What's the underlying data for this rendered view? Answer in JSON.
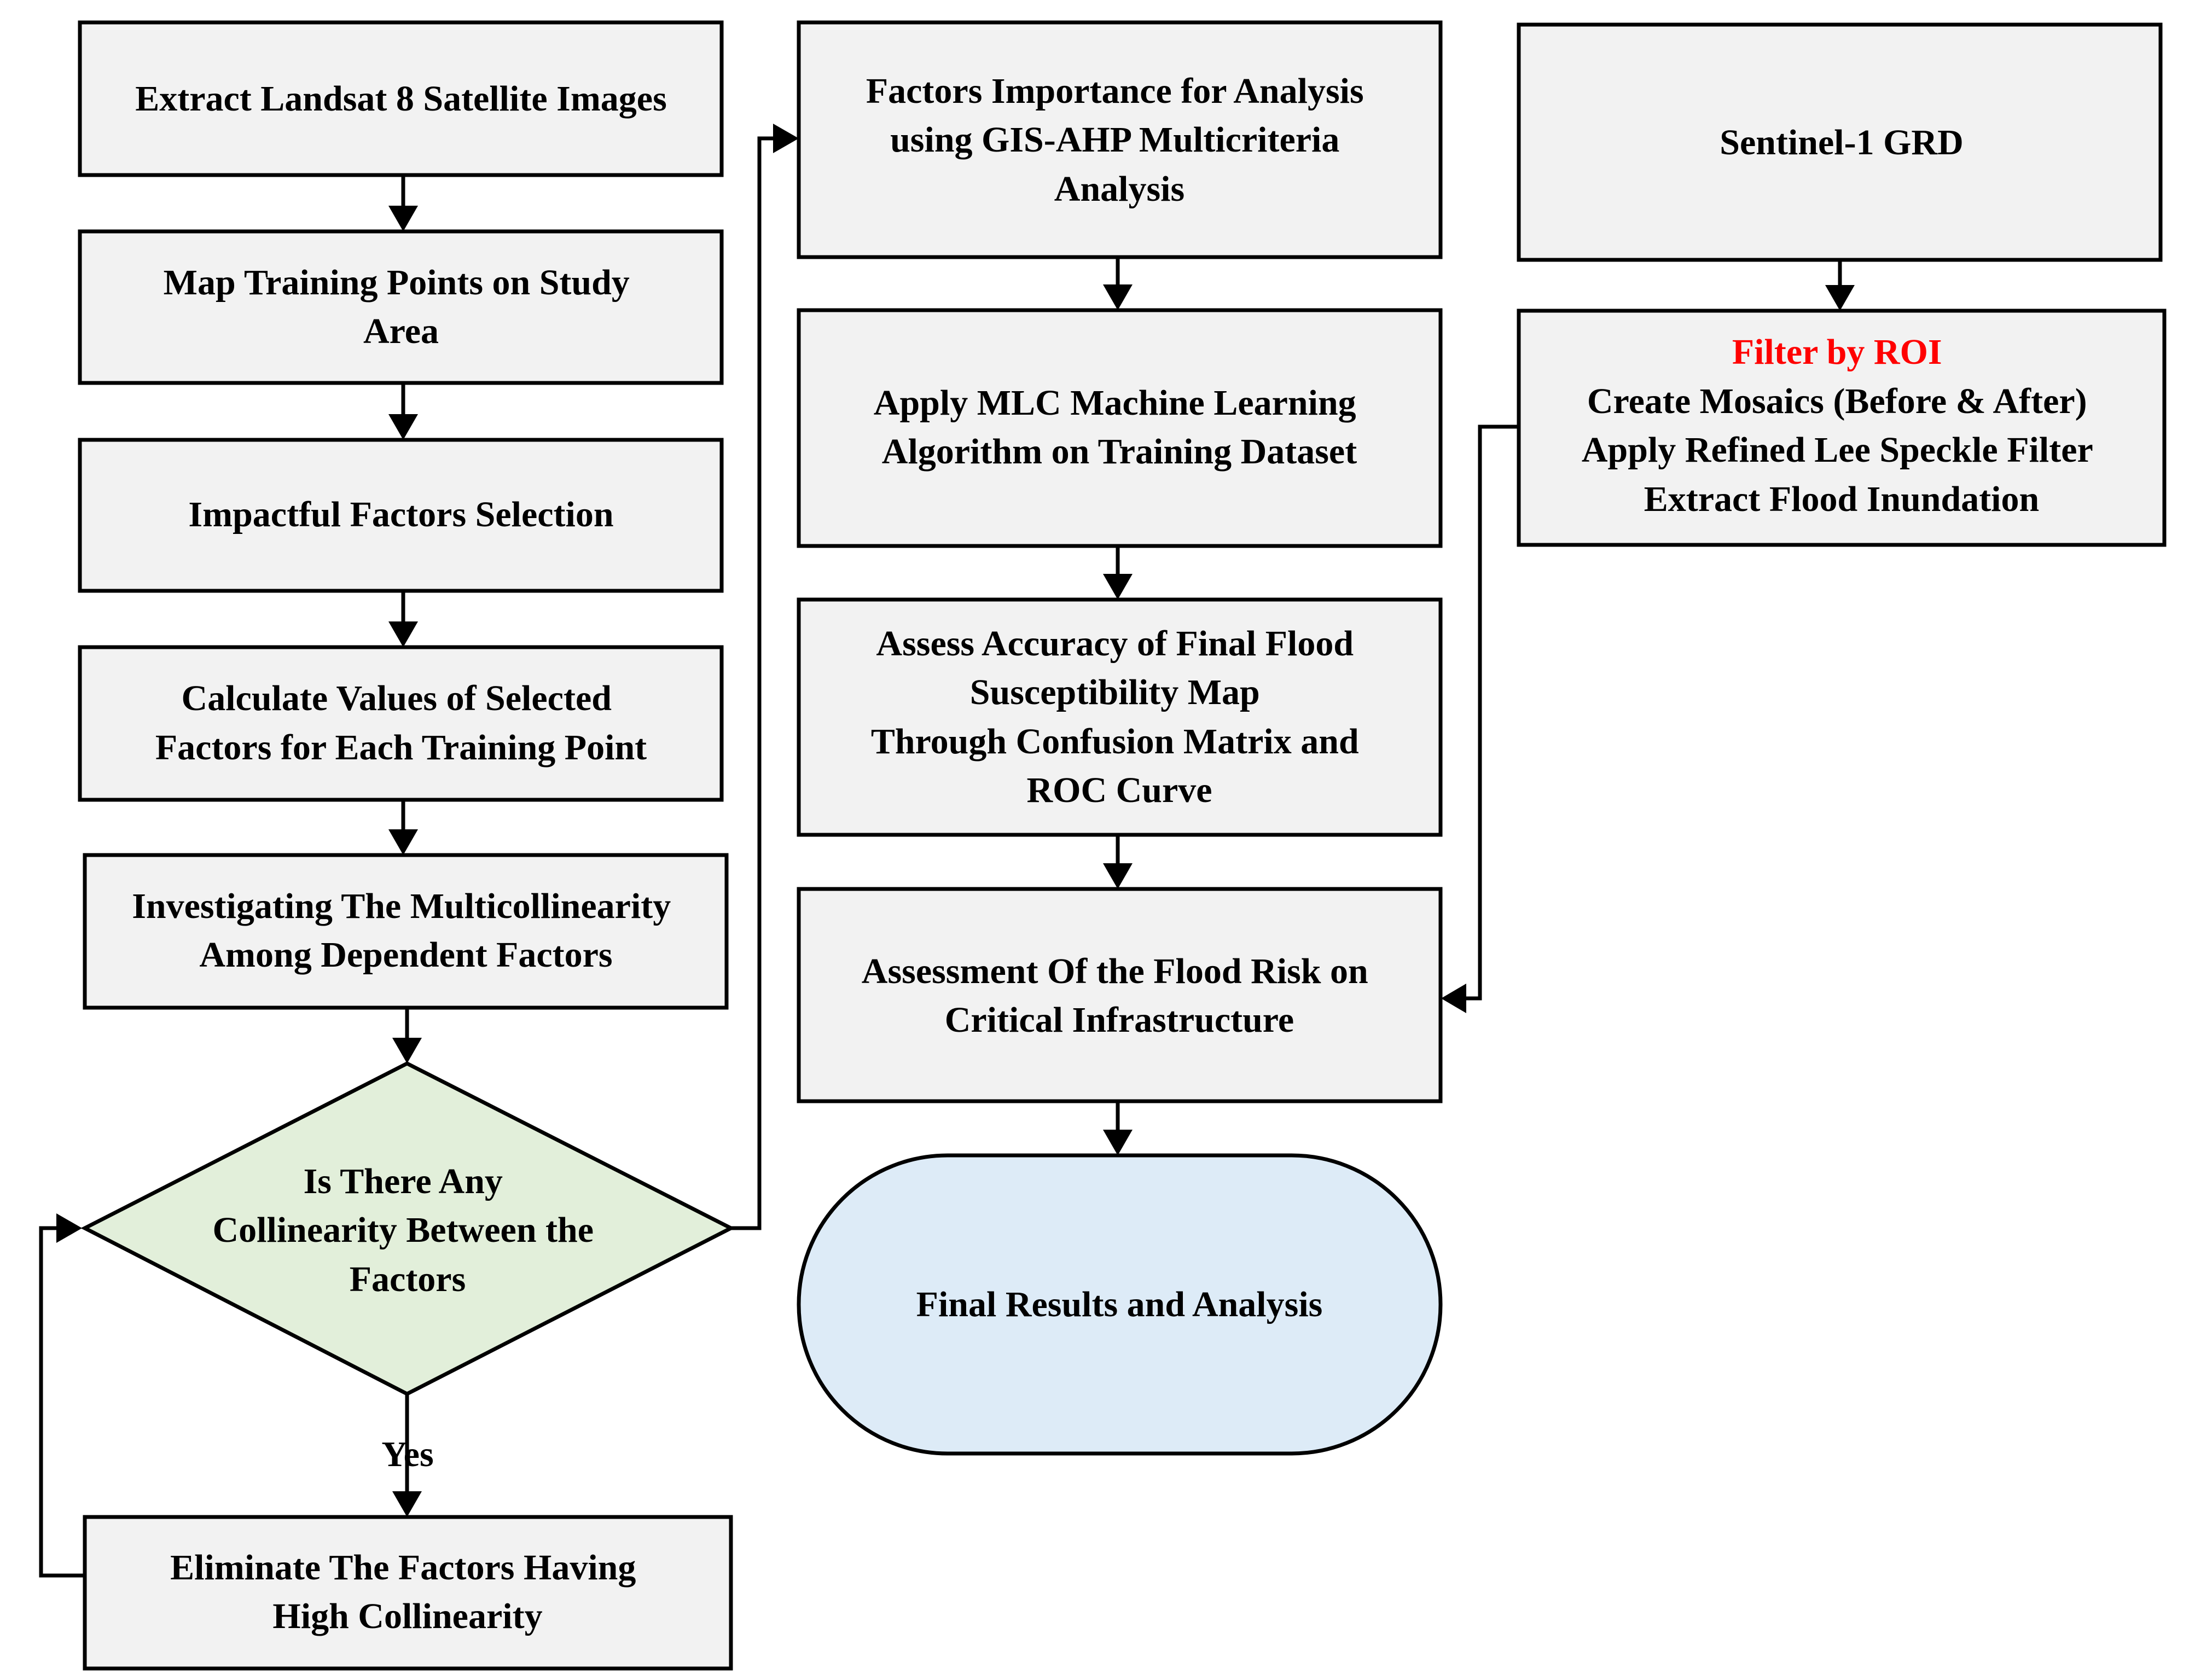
{
  "colors": {
    "process_fill": "#f2f2f2",
    "decision_fill": "#e2efda",
    "terminal_fill": "#ddebf7",
    "highlight_text": "#ff0000",
    "line": "#000000"
  },
  "nodes": {
    "extract_landsat": {
      "lines": [
        "Extract Landsat 8 Satellite Images"
      ]
    },
    "map_training": {
      "lines": [
        "Map Training Points on Study",
        "Area"
      ]
    },
    "factor_selection": {
      "lines": [
        "Impactful Factors Selection"
      ]
    },
    "calculate_values": {
      "lines": [
        "Calculate Values of Selected",
        "Factors for Each Training Point"
      ]
    },
    "multicollinearity": {
      "lines": [
        "Investigating The Multicollinearity",
        "Among Dependent Factors"
      ]
    },
    "collinearity_decision": {
      "lines": [
        "Is There Any",
        "Collinearity Between the",
        "Factors"
      ]
    },
    "eliminate_factors": {
      "lines": [
        "Eliminate The Factors Having",
        "High Collinearity"
      ]
    },
    "factors_importance": {
      "lines": [
        "Factors Importance for Analysis",
        "using GIS-AHP Multicriteria",
        "Analysis"
      ]
    },
    "apply_mlc": {
      "lines": [
        "Apply MLC Machine Learning",
        "Algorithm on Training Dataset"
      ]
    },
    "assess_accuracy": {
      "lines": [
        "Assess Accuracy of Final Flood",
        "Susceptibility Map",
        "Through Confusion Matrix and",
        "ROC Curve"
      ]
    },
    "flood_risk": {
      "lines": [
        "Assessment Of the Flood Risk on",
        "Critical Infrastructure"
      ]
    },
    "final_results": {
      "lines": [
        "Final Results and Analysis"
      ]
    },
    "sentinel": {
      "lines": [
        "Sentinel-1 GRD"
      ]
    },
    "sentinel_processing": {
      "highlight": "Filter by ROI",
      "lines": [
        "Create Mosaics (Before & After)",
        "Apply Refined Lee Speckle Filter",
        "Extract Flood Inundation"
      ]
    }
  },
  "edge_labels": {
    "yes": "Yes"
  }
}
